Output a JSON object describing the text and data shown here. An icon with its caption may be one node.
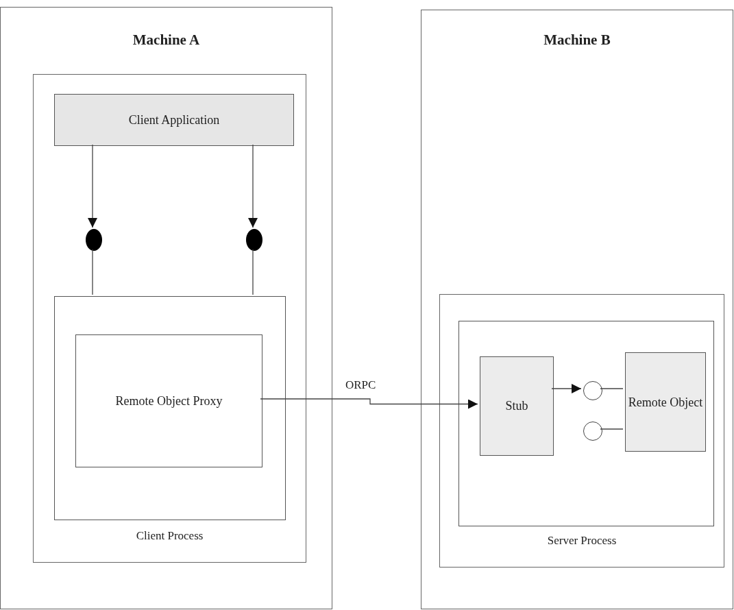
{
  "diagram": {
    "nodes": [
      {
        "text": [
          "Machine A"
        ]
      },
      {
        "text": [
          "Client Process"
        ],
        "in": 0
      },
      {
        "text": [
          "Client Application"
        ],
        "in": 1
      },
      {
        "text": [],
        "shape": "circle",
        "in": 1
      },
      {
        "text": [],
        "shape": "circle",
        "in": 1
      },
      {
        "text": [],
        "shape": "box",
        "in": 1
      },
      {
        "text": [
          "Remote Object Proxy"
        ],
        "in": 5
      },
      {
        "text": [
          "Machine B"
        ]
      },
      {
        "text": [
          "Server Process"
        ],
        "in": 7
      },
      {
        "text": [],
        "shape": "box",
        "in": 8
      },
      {
        "text": [
          "Stub"
        ],
        "in": 9
      },
      {
        "text": [],
        "shape": "circle",
        "in": 9
      },
      {
        "text": [],
        "shape": "circle",
        "in": 9
      },
      {
        "text": [
          "Remote Object"
        ],
        "in": 9
      }
    ],
    "edges": [
      {
        "from": 2,
        "to": 3,
        "arrow": "to"
      },
      {
        "from": 2,
        "to": 4,
        "arrow": "to"
      },
      {
        "from": 3,
        "to": 5,
        "arrow": "none"
      },
      {
        "from": 4,
        "to": 5,
        "arrow": "none"
      },
      {
        "from": 6,
        "to": 10,
        "arrow": "to",
        "label": "ORPC"
      },
      {
        "from": 10,
        "to": 11,
        "arrow": "to"
      },
      {
        "from": 11,
        "to": 13,
        "arrow": "none"
      },
      {
        "from": 12,
        "to": 13,
        "arrow": "none"
      }
    ]
  }
}
